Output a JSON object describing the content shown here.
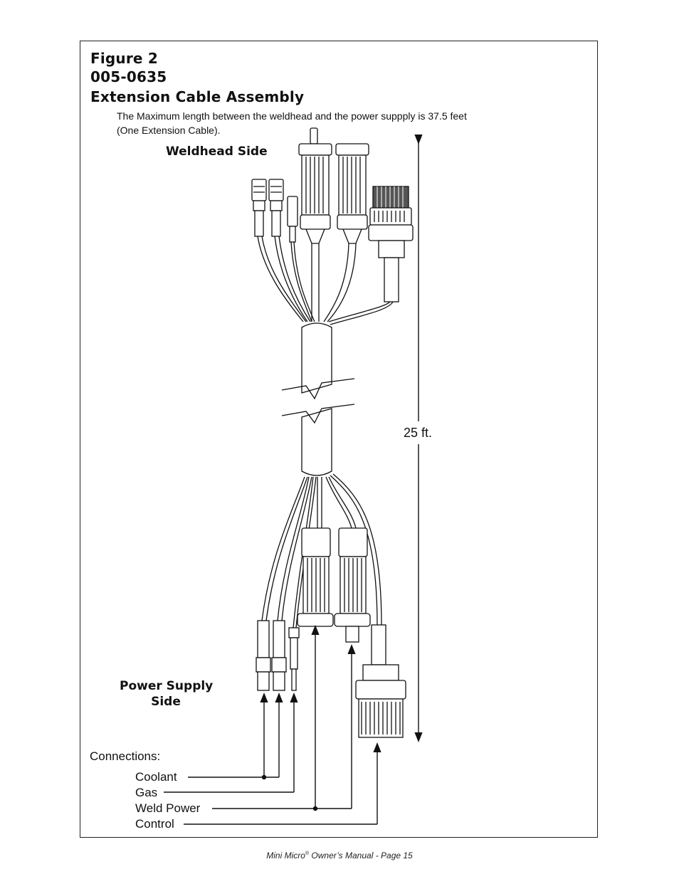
{
  "figure": {
    "label": "Figure 2",
    "part_number": "005-0635",
    "title": "Extension Cable Assembly"
  },
  "note": {
    "line1": "The Maximum length between the weldhead and the power suppply is 37.5 feet",
    "line2": "(One Extension Cable)."
  },
  "labels": {
    "weldhead_side": "Weldhead Side",
    "power_supply_line1": "Power Supply",
    "power_supply_line2": "Side",
    "length": "25 ft."
  },
  "connections": {
    "heading": "Connections:",
    "items": [
      "Coolant",
      "Gas",
      "Weld Power",
      "Control"
    ]
  },
  "footer": {
    "product": "Mini Micro",
    "mark": "®",
    "rest": " Owner’s Manual - Page 15"
  }
}
